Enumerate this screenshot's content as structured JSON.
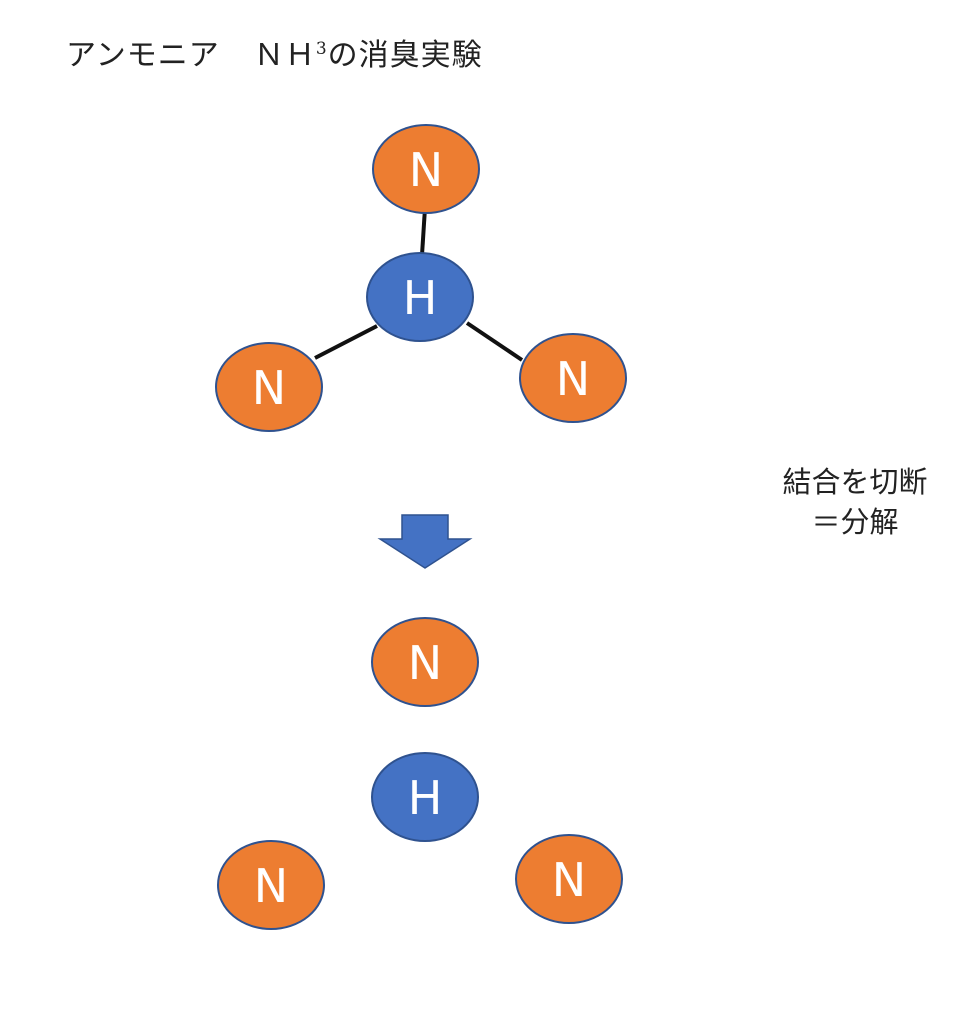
{
  "title": {
    "main": "アンモニア",
    "formula_n": "Ｎ",
    "formula_h": "Ｈ",
    "formula_sup": "3",
    "suffix": "の消臭実験"
  },
  "side_note": {
    "line1": "結合を切断",
    "line2": "＝分解"
  },
  "colors": {
    "n_atom": "#ED7D31",
    "h_atom": "#4472C4",
    "atom_stroke": "#2F528F",
    "bond": "#111111",
    "arrow": "#4472C4"
  },
  "bonded_molecule": {
    "center": {
      "symbol": "H"
    },
    "top": {
      "symbol": "N"
    },
    "left": {
      "symbol": "N"
    },
    "right": {
      "symbol": "N"
    }
  },
  "separated_atoms": {
    "top": {
      "symbol": "N"
    },
    "center": {
      "symbol": "H"
    },
    "left": {
      "symbol": "N"
    },
    "right": {
      "symbol": "N"
    }
  }
}
